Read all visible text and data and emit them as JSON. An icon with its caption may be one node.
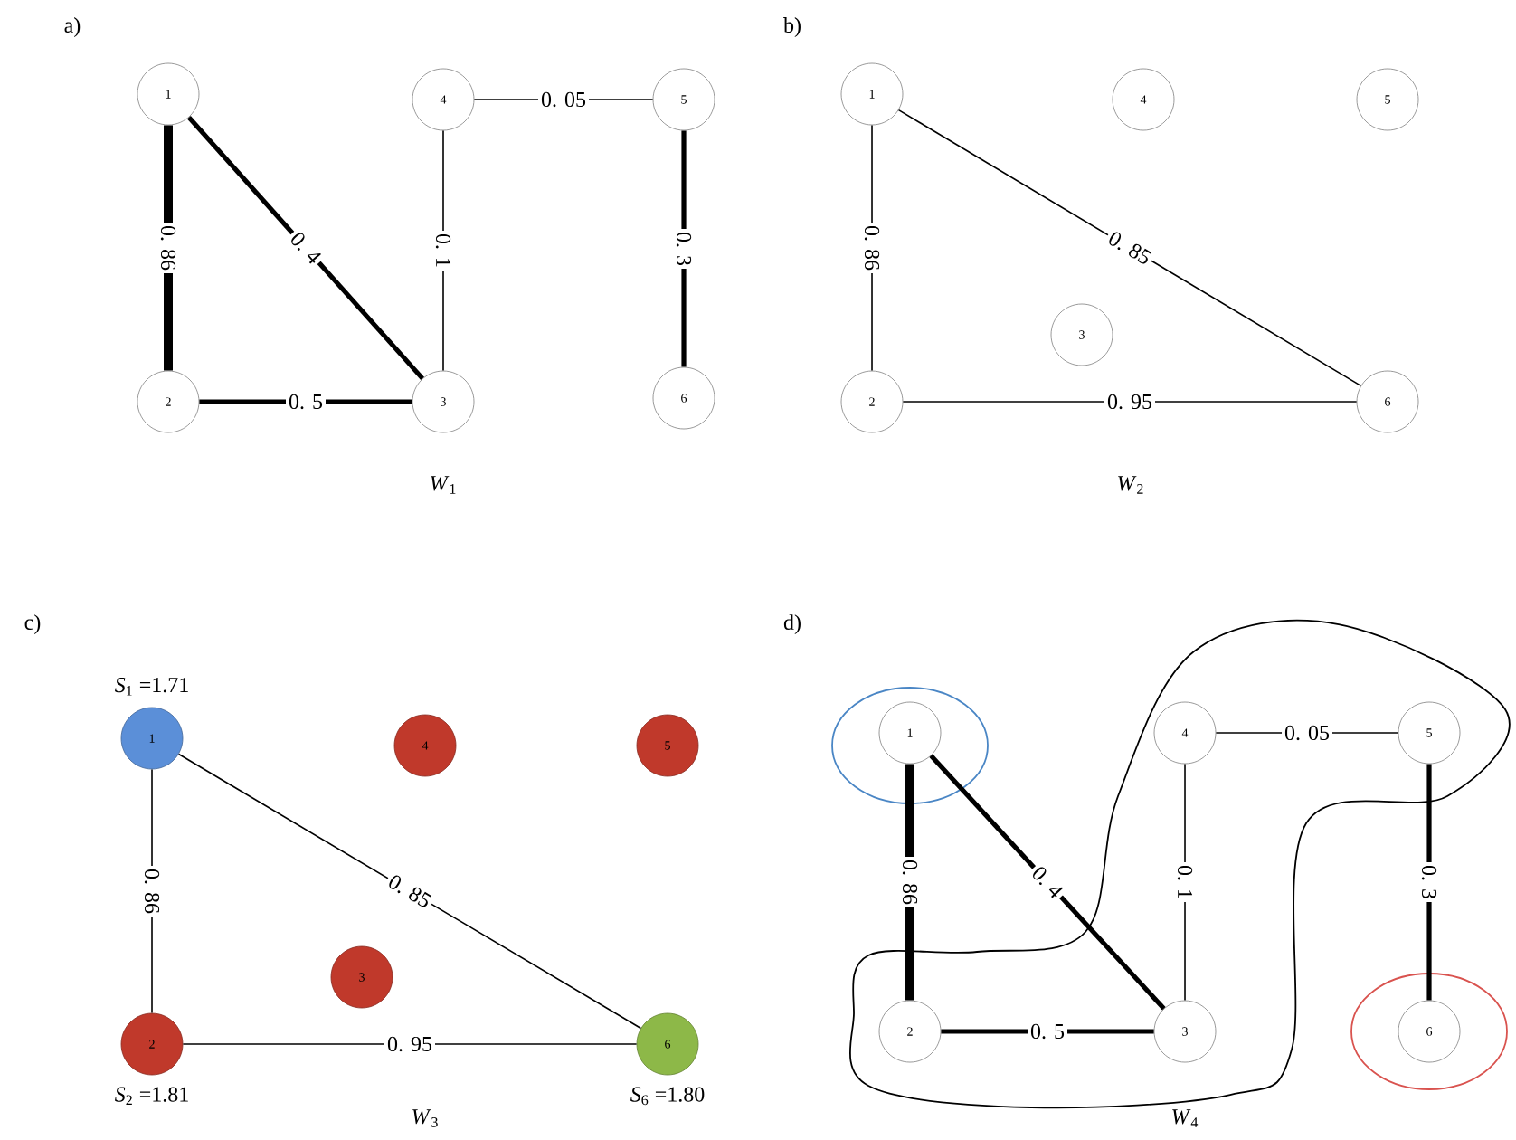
{
  "diagram": {
    "nodes": [
      {
        "text": [
          "1"
        ]
      },
      {
        "text": [
          "2"
        ]
      },
      {
        "text": [
          "3"
        ]
      },
      {
        "text": [
          "4"
        ]
      },
      {
        "text": [
          "5"
        ]
      },
      {
        "text": [
          "6"
        ]
      },
      {
        "text": [
          "1"
        ]
      },
      {
        "text": [
          "2"
        ]
      },
      {
        "text": [
          "3"
        ]
      },
      {
        "text": [
          "4"
        ]
      },
      {
        "text": [
          "5"
        ]
      },
      {
        "text": [
          "6"
        ]
      },
      {
        "text": [
          "1"
        ],
        "beside": [
          "*S*$_{1}$ =1.71"
        ]
      },
      {
        "text": [
          "2"
        ],
        "beside": [
          "*S*$_{2}$ =1.81"
        ]
      },
      {
        "text": [
          "3"
        ]
      },
      {
        "text": [
          "4"
        ]
      },
      {
        "text": [
          "5"
        ]
      },
      {
        "text": [
          "6"
        ],
        "beside": [
          "*S*$_{6}$ =1.80"
        ]
      },
      {
        "text": [
          "1"
        ]
      },
      {
        "text": [
          "2"
        ]
      },
      {
        "text": [
          "3"
        ]
      },
      {
        "text": [
          "4"
        ]
      },
      {
        "text": [
          "5"
        ]
      },
      {
        "text": [
          "6"
        ]
      }
    ],
    "edges": [
      {
        "from": 0,
        "to": 1,
        "arrow": "none",
        "label": "0. 86",
        "style": "thick"
      },
      {
        "from": 0,
        "to": 2,
        "arrow": "none",
        "label": "0. 4",
        "style": "thick"
      },
      {
        "from": 1,
        "to": 2,
        "arrow": "none",
        "label": "0. 5",
        "style": "thick"
      },
      {
        "from": 3,
        "to": 2,
        "arrow": "none",
        "label": "0. 1"
      },
      {
        "from": 3,
        "to": 4,
        "arrow": "none",
        "label": "0. 05"
      },
      {
        "from": 4,
        "to": 5,
        "arrow": "none",
        "label": "0. 3",
        "style": "thick"
      },
      {
        "from": 6,
        "to": 7,
        "arrow": "none",
        "label": "0. 86"
      },
      {
        "from": 6,
        "to": 11,
        "arrow": "none",
        "label": "0. 85"
      },
      {
        "from": 7,
        "to": 11,
        "arrow": "none",
        "label": "0. 95"
      },
      {
        "from": 12,
        "to": 13,
        "arrow": "none",
        "label": "0. 86"
      },
      {
        "from": 12,
        "to": 17,
        "arrow": "none",
        "label": "0. 85"
      },
      {
        "from": 13,
        "to": 17,
        "arrow": "none",
        "label": "0. 95"
      },
      {
        "from": 18,
        "to": 19,
        "arrow": "none",
        "label": "0. 86",
        "style": "thick"
      },
      {
        "from": 18,
        "to": 20,
        "arrow": "none",
        "label": "0. 4",
        "style": "thick"
      },
      {
        "from": 19,
        "to": 20,
        "arrow": "none",
        "label": "0. 5",
        "style": "thick"
      },
      {
        "from": 21,
        "to": 20,
        "arrow": "none",
        "label": "0. 1"
      },
      {
        "from": 21,
        "to": 22,
        "arrow": "none",
        "label": "0. 05"
      },
      {
        "from": 22,
        "to": 23,
        "arrow": "none",
        "label": "0. 3",
        "style": "thick"
      }
    ],
    "labels": [
      "a)",
      "*W*$_{1}$",
      "b)",
      "*W*$_{2}$",
      "c)",
      "*W*$_{3}$",
      "d)",
      "*W*$_{4}$"
    ]
  }
}
